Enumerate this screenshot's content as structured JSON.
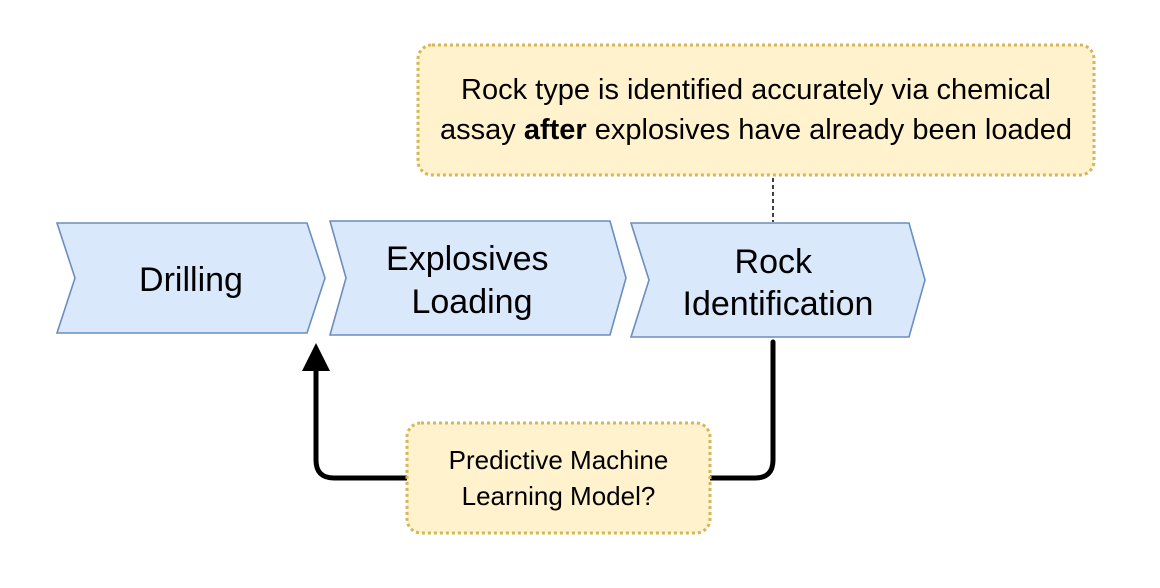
{
  "steps": [
    {
      "id": "drilling",
      "label_lines": [
        "Drilling"
      ]
    },
    {
      "id": "explosives-loading",
      "label_lines": [
        "Explosives",
        "Loading"
      ]
    },
    {
      "id": "rock-identification",
      "label_lines": [
        "Rock",
        "Identification"
      ]
    }
  ],
  "notes": {
    "top": {
      "line1": "Rock type is identified accurately via chemical",
      "line2_before": "assay ",
      "line2_bold": "after",
      "line2_after": " explosives have already been loaded"
    },
    "bottom": {
      "line1": "Predictive Machine",
      "line2": "Learning Model?"
    }
  },
  "colors": {
    "step_fill": "#dae8fc",
    "step_stroke": "#6c8ebf",
    "note_fill": "#fff2cc",
    "note_stroke": "#d6b656",
    "connector": "#000000"
  }
}
